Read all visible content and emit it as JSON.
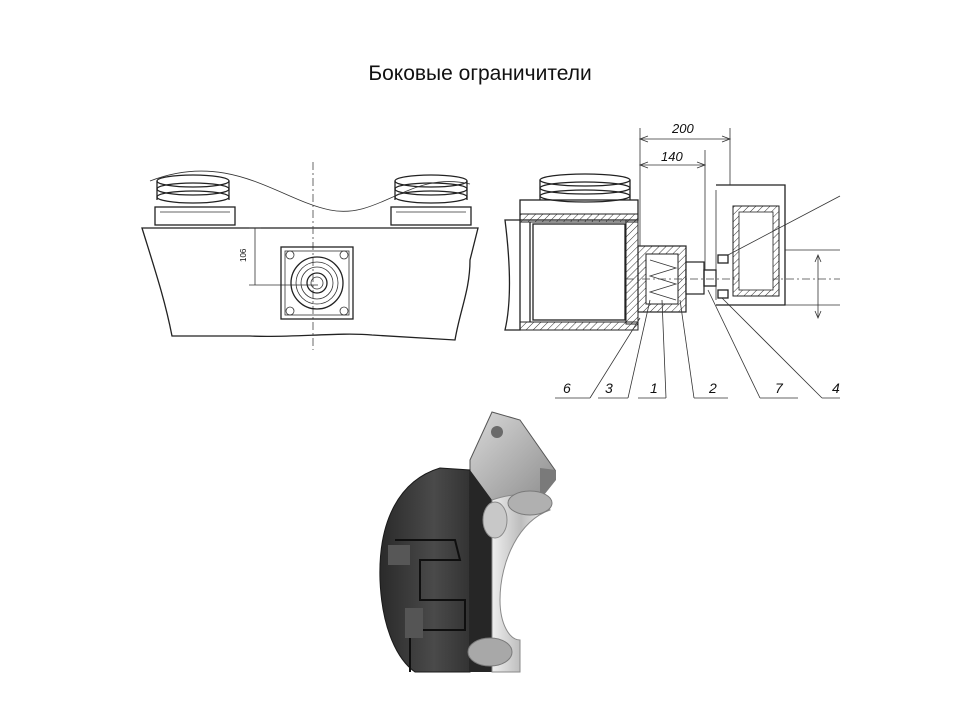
{
  "title": "Боковые ограничители",
  "drawing": {
    "dimensions": {
      "outer": "200",
      "inner": "140",
      "height": "106"
    },
    "callouts": [
      "6",
      "3",
      "1",
      "2",
      "7",
      "4"
    ]
  },
  "colors": {
    "line": "#222222",
    "render_dark": "#3a3a3a",
    "render_light": "#cfcfcf"
  }
}
